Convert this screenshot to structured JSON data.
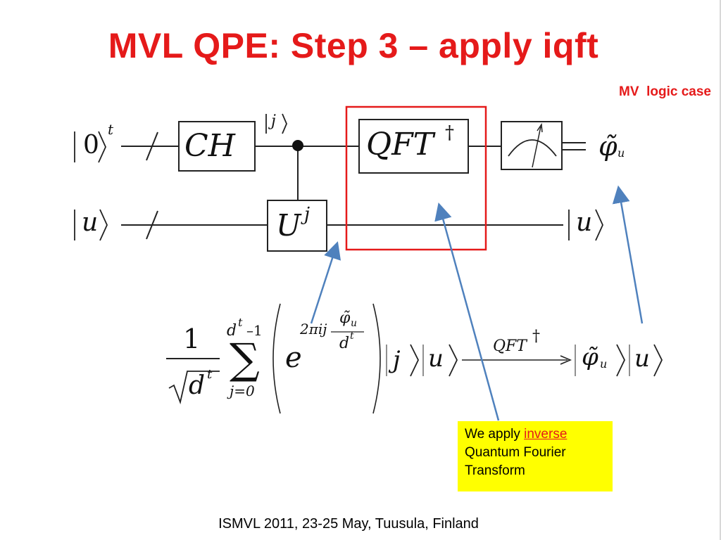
{
  "slide": {
    "title": "MVL QPE: Step 3 – apply iqft",
    "subtitle": "MV  logic case",
    "footer": "ISMVL 2011, 23-25 May, Tuusula, Finland"
  },
  "circuit": {
    "top_input_ket": "0",
    "top_input_sup": "t",
    "bottom_input_ket": "u",
    "ch_gate": "CH",
    "j_ket": "j",
    "u_gate": "U",
    "u_gate_sup": "j",
    "qft_gate": "QFT",
    "qft_gate_sup": "†",
    "output_phase": "φ̃",
    "output_phase_sub": "u",
    "output_ket": "u"
  },
  "formula": {
    "numerator": "1",
    "root_base": "d",
    "root_sup": "t",
    "sum_upper_base": "d",
    "sum_upper_sup": "t",
    "sum_upper_rest": "–1",
    "sum_symbol": "∑",
    "sum_lower": "j=0",
    "exp_base": "e",
    "exp_prefix": "2πij",
    "exp_frac_num": "φ̃",
    "exp_frac_num_sub": "u",
    "exp_frac_den": "d",
    "exp_frac_den_sup": "t",
    "ket_j": "j",
    "ket_u": "u",
    "arrow_label": "QFT",
    "arrow_label_sup": "†",
    "result_phase": "φ̃",
    "result_phase_sub": "u",
    "result_ket": "u"
  },
  "note": {
    "line1_prefix": "We apply ",
    "line1_highlight": "inverse",
    "line2": "Quantum Fourier",
    "line3": "Transform"
  },
  "colors": {
    "title": "#e51a1a",
    "highlight_box": "#e51a1a",
    "arrow": "#4f81bd",
    "note_bg": "#ffff00"
  },
  "icons": {
    "measurement": "meter-icon",
    "control_dot": "control-dot-icon"
  }
}
